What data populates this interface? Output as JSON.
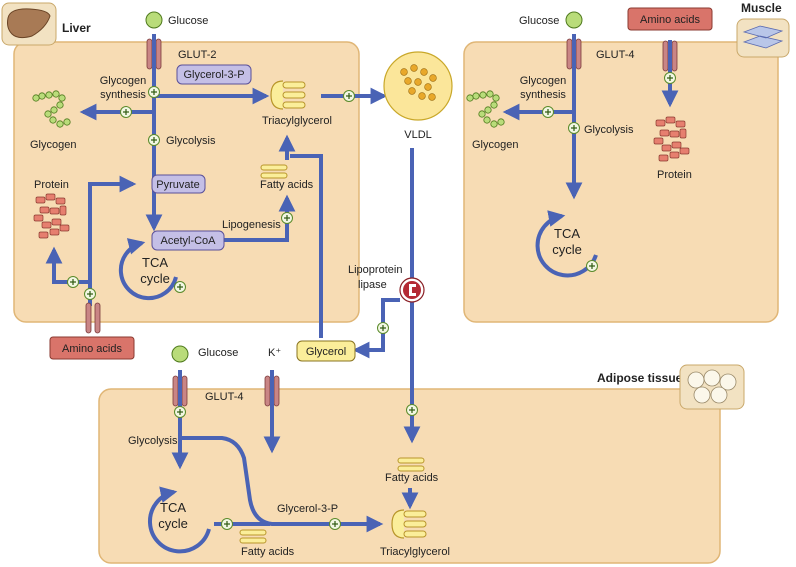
{
  "organs": {
    "liver": "Liver",
    "muscle": "Muscle",
    "adipose": "Adipose tissue"
  },
  "liver": {
    "glucose": "Glucose",
    "transporter": "GLUT-2",
    "glycerol3p": "Glycerol-3-P",
    "glycogen_synthesis_1": "Glycogen",
    "glycogen_synthesis_2": "synthesis",
    "glycogen": "Glycogen",
    "glycolysis": "Glycolysis",
    "triacylglycerol": "Triacylglycerol",
    "pyruvate": "Pyruvate",
    "protein": "Protein",
    "fatty_acids": "Fatty acids",
    "lipogenesis": "Lipogenesis",
    "acetyl_coa": "Acetyl-CoA",
    "tca_1": "TCA",
    "tca_2": "cycle",
    "amino_acids": "Amino acids"
  },
  "blood": {
    "vldl": "VLDL",
    "lipoprotein_1": "Lipoprotein",
    "lipoprotein_2": "lipase",
    "glycerol": "Glycerol"
  },
  "muscle": {
    "glucose": "Glucose",
    "transporter": "GLUT-4",
    "amino_acids": "Amino acids",
    "glycogen_synthesis_1": "Glycogen",
    "glycogen_synthesis_2": "synthesis",
    "glycogen": "Glycogen",
    "glycolysis": "Glycolysis",
    "protein": "Protein",
    "tca_1": "TCA",
    "tca_2": "cycle"
  },
  "adipose": {
    "glucose": "Glucose",
    "potassium": "K⁺",
    "transporter": "GLUT-4",
    "glycolysis": "Glycolysis",
    "fatty_acids_top": "Fatty acids",
    "glycerol3p": "Glycerol-3-P",
    "tca_1": "TCA",
    "tca_2": "cycle",
    "fatty_acids_bottom": "Fatty acids",
    "triacylglycerol": "Triacylglycerol"
  },
  "colors": {
    "tissue_fill": "#f7dcb4",
    "tissue_stroke": "#e0b676",
    "arrow": "#4a63b5",
    "glucose": "#b9dc7a",
    "channel": "#c98585",
    "amino_box": "#d9746a",
    "purple_box": "#c4bfe6",
    "yellow_box": "#fbee9a",
    "protein": "#e67f6f"
  },
  "symbols": {
    "plus": "+"
  }
}
